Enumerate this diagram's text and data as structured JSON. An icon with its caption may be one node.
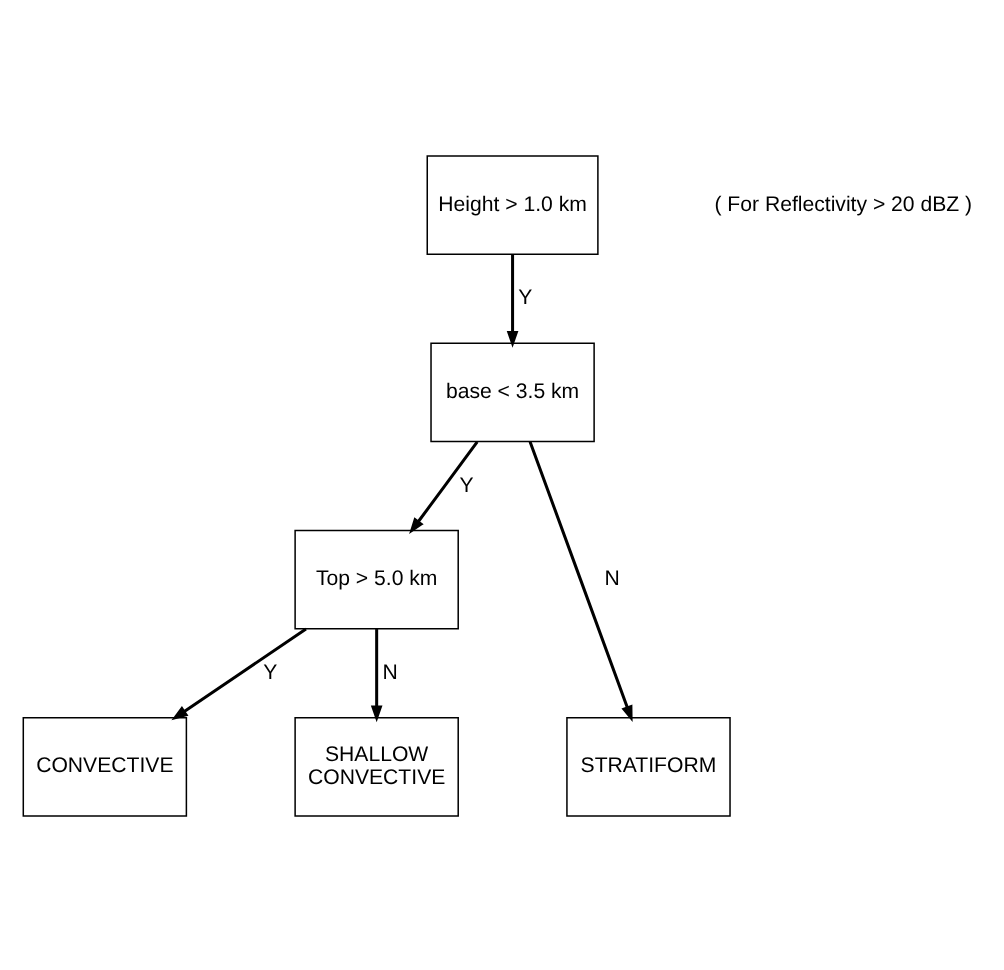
{
  "diagram": {
    "nodes": [
      {
        "text": [
          "Height > 1.0 km"
        ]
      },
      {
        "text": [
          "base < 3.5 km"
        ]
      },
      {
        "text": [
          "Top > 5.0 km"
        ]
      },
      {
        "text": [
          "CONVECTIVE"
        ]
      },
      {
        "text": [
          "SHALLOW CONVECTIVE"
        ]
      },
      {
        "text": [
          "STRATIFORM"
        ]
      }
    ],
    "edges": [
      {
        "from": 0,
        "to": 1,
        "arrow": "to",
        "label": "Y"
      },
      {
        "from": 1,
        "to": 2,
        "arrow": "to",
        "label": "Y"
      },
      {
        "from": 1,
        "to": 5,
        "arrow": "to",
        "label": "N"
      },
      {
        "from": 2,
        "to": 3,
        "arrow": "to",
        "label": "Y"
      },
      {
        "from": 2,
        "to": 4,
        "arrow": "to",
        "label": "N"
      }
    ],
    "labels": [
      "( For Reflectivity > 20 dBZ )"
    ]
  }
}
